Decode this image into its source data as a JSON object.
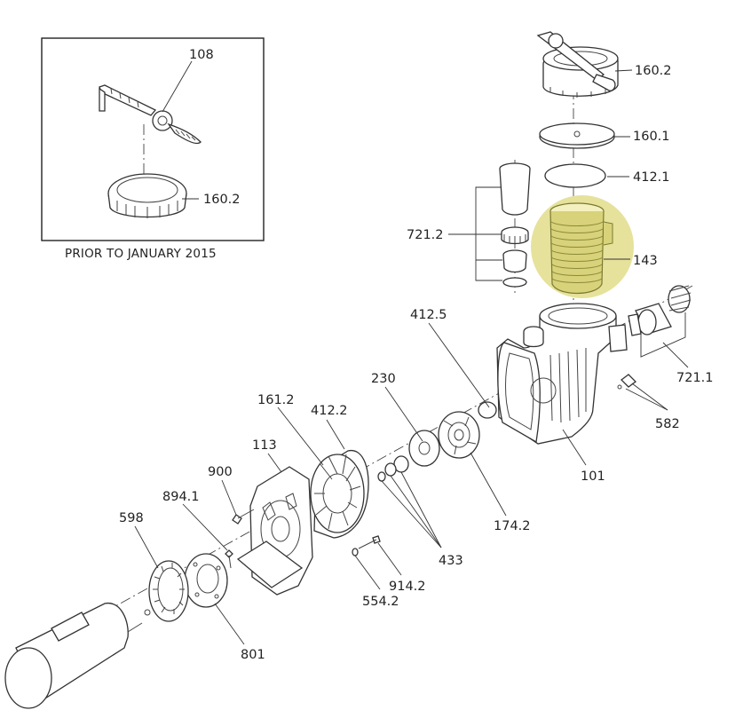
{
  "inset": {
    "caption": "PRIOR TO JANUARY 2015",
    "labels": {
      "handle": "108",
      "lid": "160.2"
    }
  },
  "callouts": {
    "lid_assembly": "160.2",
    "lid_plate": "160.1",
    "lid_oring": "412.1",
    "union_kit_basket": "721.2",
    "strainer_basket": "143",
    "housing_oring": "412.5",
    "union_kit_side": "721.1",
    "drain_plug": "582",
    "pump_housing": "101",
    "diffuser": "230",
    "diffuser_oring": "161.2",
    "seal_plate_oring": "412.2",
    "seal_plate": "113",
    "screw": "900",
    "bracket_screw": "894.1",
    "motor_ring": "598",
    "adapter": "801",
    "impeller": "174.2",
    "shaft_seal": "433",
    "bolt": "914.2",
    "washer": "554.2"
  },
  "colors": {
    "highlight": "#e6e29b",
    "line": "#333333"
  }
}
